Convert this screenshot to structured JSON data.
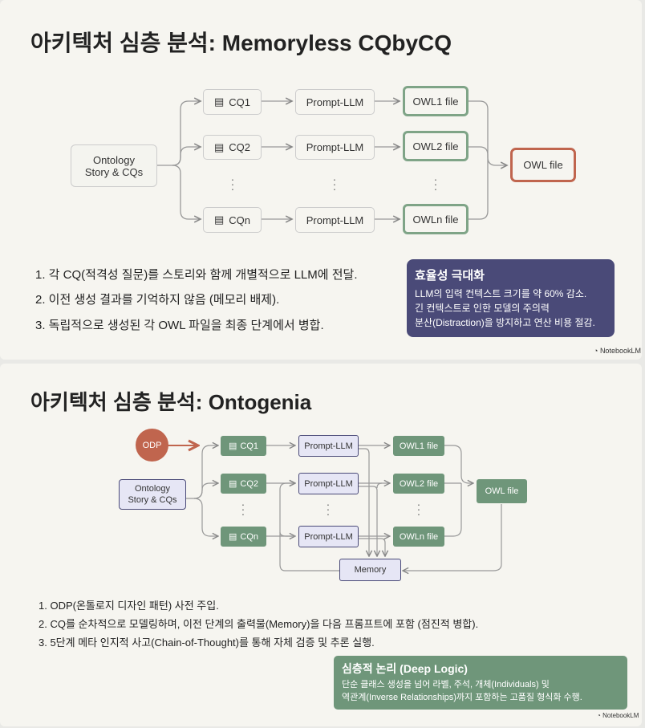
{
  "top": {
    "title": "아키텍처 심층 분석: Memoryless CQbyCQ",
    "input": "Ontology Story & CQs",
    "cqs": [
      "CQ1",
      "CQ2",
      "CQn"
    ],
    "prompt": "Prompt-LLM",
    "owls": [
      "OWL1 file",
      "OWL2 file",
      "OWLn file"
    ],
    "output": "OWL file",
    "list": [
      "1. 각 CQ(적격성 질문)를 스토리와 함께 개별적으로 LLM에 전달.",
      "2. 이전 생성 결과를 기억하지 않음 (메모리 배제).",
      "3. 독립적으로 생성된 각 OWL 파일을 최종 단계에서 병합."
    ],
    "card": {
      "title": "효율성 극대화",
      "lines": [
        "LLM의 입력 컨텍스트 크기를 약 60% 감소.",
        "긴 컨텍스트로 인한 모델의 주의력",
        "분산(Distraction)을 방지하고 연산 비용 절감."
      ]
    },
    "brand": "NotebookLM"
  },
  "bottom": {
    "title": "아키텍처 심층 분석: Ontogenia",
    "odp": "ODP",
    "input": "Ontology Story & CQs",
    "cqs": [
      "CQ1",
      "CQ2",
      "CQn"
    ],
    "prompt": "Prompt-LLM",
    "owls": [
      "OWL1 file",
      "OWL2 file",
      "OWLn file"
    ],
    "output": "OWL file",
    "memory": "Memory",
    "list": [
      "1. ODP(온톨로지 디자인 패턴) 사전 주입.",
      "2. CQ를 순차적으로 모델링하며, 이전 단계의 출력물(Memory)을 다음 프롬프트에 포함 (점진적 병합).",
      "3. 5단계 메타 인지적 사고(Chain-of-Thought)를 통해 자체 검증 및 추론 실행."
    ],
    "card": {
      "title": "심층적 논리 (Deep Logic)",
      "lines": [
        "단순 클래스 생성을 넘어 라벨, 주석, 개체(Individuals) 및",
        "역관계(Inverse Relationships)까지 포함하는 고품질 형식화 수행."
      ]
    },
    "brand": "NotebookLM"
  },
  "colors": {
    "purple": "#4a4a78",
    "green": "#6f967a",
    "orange": "#c0654e"
  }
}
